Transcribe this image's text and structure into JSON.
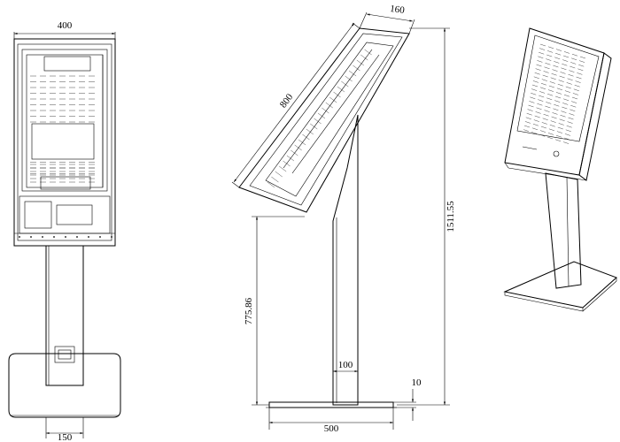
{
  "views": {
    "front": {
      "dim_width": "400",
      "dim_pole": "150"
    },
    "side": {
      "dim_depth": "160",
      "dim_screen": "800",
      "dim_total_height": "1511.55",
      "dim_lower_height": "775.86",
      "dim_pole_width": "100",
      "dim_base_thickness": "10",
      "dim_base_width": "500"
    },
    "iso": {}
  }
}
